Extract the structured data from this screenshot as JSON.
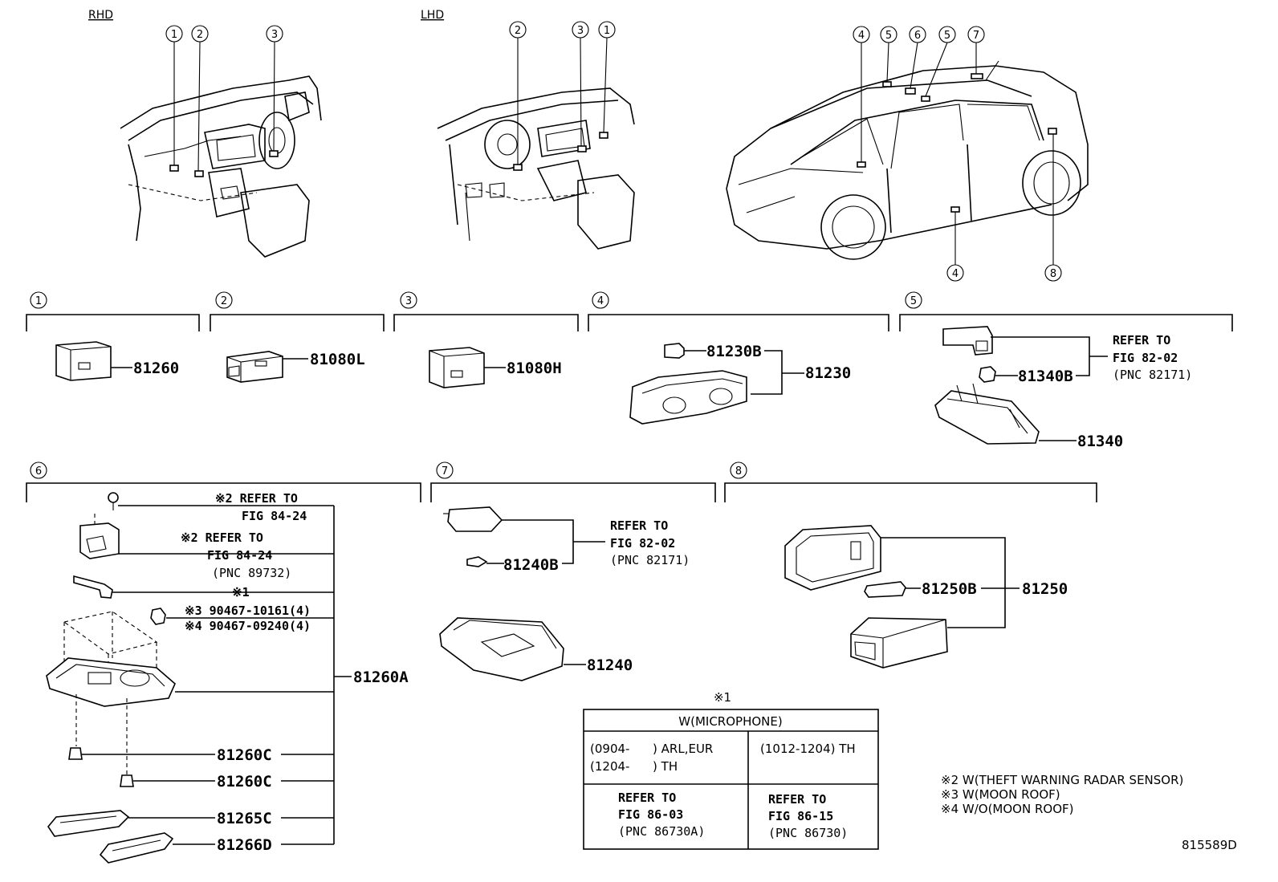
{
  "overview": {
    "rhd_label": "RHD",
    "lhd_label": "LHD",
    "rhd_callouts": [
      "1",
      "2",
      "3"
    ],
    "lhd_callouts": [
      "2",
      "3",
      "1"
    ],
    "car_callouts_top": [
      "4",
      "5",
      "6",
      "5",
      "7"
    ],
    "car_callouts_bottom": [
      "4",
      "8"
    ]
  },
  "sections": [
    {
      "num": "1"
    },
    {
      "num": "2"
    },
    {
      "num": "3"
    },
    {
      "num": "4"
    },
    {
      "num": "5"
    },
    {
      "num": "6"
    },
    {
      "num": "7"
    },
    {
      "num": "8"
    }
  ],
  "s1": {
    "part": "81260"
  },
  "s2": {
    "part": "81080L"
  },
  "s3": {
    "part": "81080H"
  },
  "s4": {
    "bulb": "81230B",
    "assy": "81230"
  },
  "s5": {
    "bulb": "81340B",
    "assy": "81340",
    "ref1": "REFER TO",
    "ref2": "FIG 82-02",
    "ref3": "(PNC 82171)"
  },
  "s6": {
    "n1a": "※2 REFER TO",
    "n1b": "FIG 84-24",
    "n2a": "※2 REFER TO",
    "n2b": "FIG 84-24",
    "n2c": "(PNC 89732)",
    "n3": "※1",
    "n4": "※3 90467-10161(4)",
    "n5": "※4 90467-09240(4)",
    "assy": "81260A",
    "p1": "81260C",
    "p2": "81260C",
    "p3": "81265C",
    "p4": "81266D"
  },
  "s7": {
    "bulb": "81240B",
    "assy": "81240",
    "ref1": "REFER TO",
    "ref2": "FIG 82-02",
    "ref3": "(PNC 82171)"
  },
  "s8": {
    "bulb": "81250B",
    "assy": "81250"
  },
  "table": {
    "mark": "※1",
    "header": "W(MICROPHONE)",
    "c1_line1": "(0904-      ) ARL,EUR",
    "c1_line2": "(1204-      ) TH",
    "c2_line1": "(1012-1204) TH",
    "r1": "REFER TO",
    "r2": "FIG 86-03",
    "r3": "(PNC 86730A)",
    "s1": "REFER TO",
    "s2": "FIG 86-15",
    "s3": "(PNC 86730)"
  },
  "notes": [
    "※2 W(THEFT WARNING RADAR SENSOR)",
    "※3 W(MOON ROOF)",
    "※4 W/O(MOON ROOF)"
  ],
  "diagram_id": "815589D"
}
